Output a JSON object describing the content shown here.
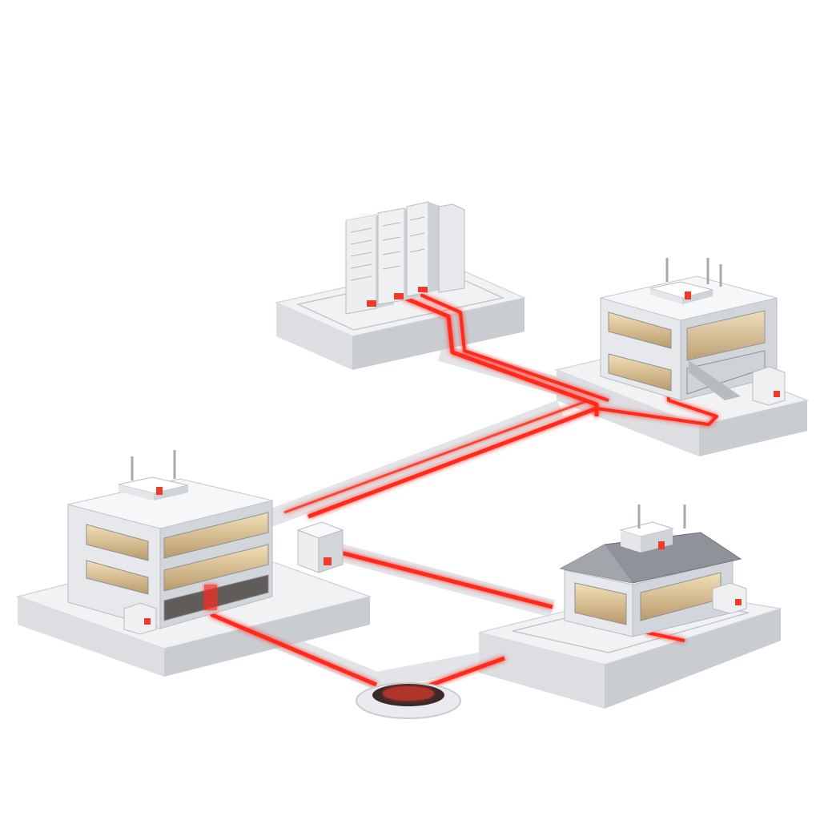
{
  "colors": {
    "background": "#ffffff",
    "base_top": "#f1f2f4",
    "base_left": "#dcdee2",
    "base_right": "#c9ccd1",
    "wall_left": "#e6e8eb",
    "wall_right": "#d2d5da",
    "roof": "#f6f7f8",
    "window_warm": "#d9c29a",
    "window_frame": "#8d9096",
    "cable": "#ff2a1a",
    "cable_glow": "#ff8a7a",
    "accent": "#ef3b2a",
    "house_roof": "#8f9399",
    "hub_core": "#3a2a2a"
  },
  "nodes": [
    {
      "label": "server-rack-node",
      "icon": "server-rack-icon"
    },
    {
      "label": "office-building-node",
      "icon": "office-building-icon"
    },
    {
      "label": "main-building-node",
      "icon": "office-building-icon"
    },
    {
      "label": "house-node",
      "icon": "house-icon"
    },
    {
      "label": "junction-hub-node",
      "icon": "junction-hub-icon"
    },
    {
      "label": "network-switch-node",
      "icon": "network-box-icon"
    }
  ]
}
